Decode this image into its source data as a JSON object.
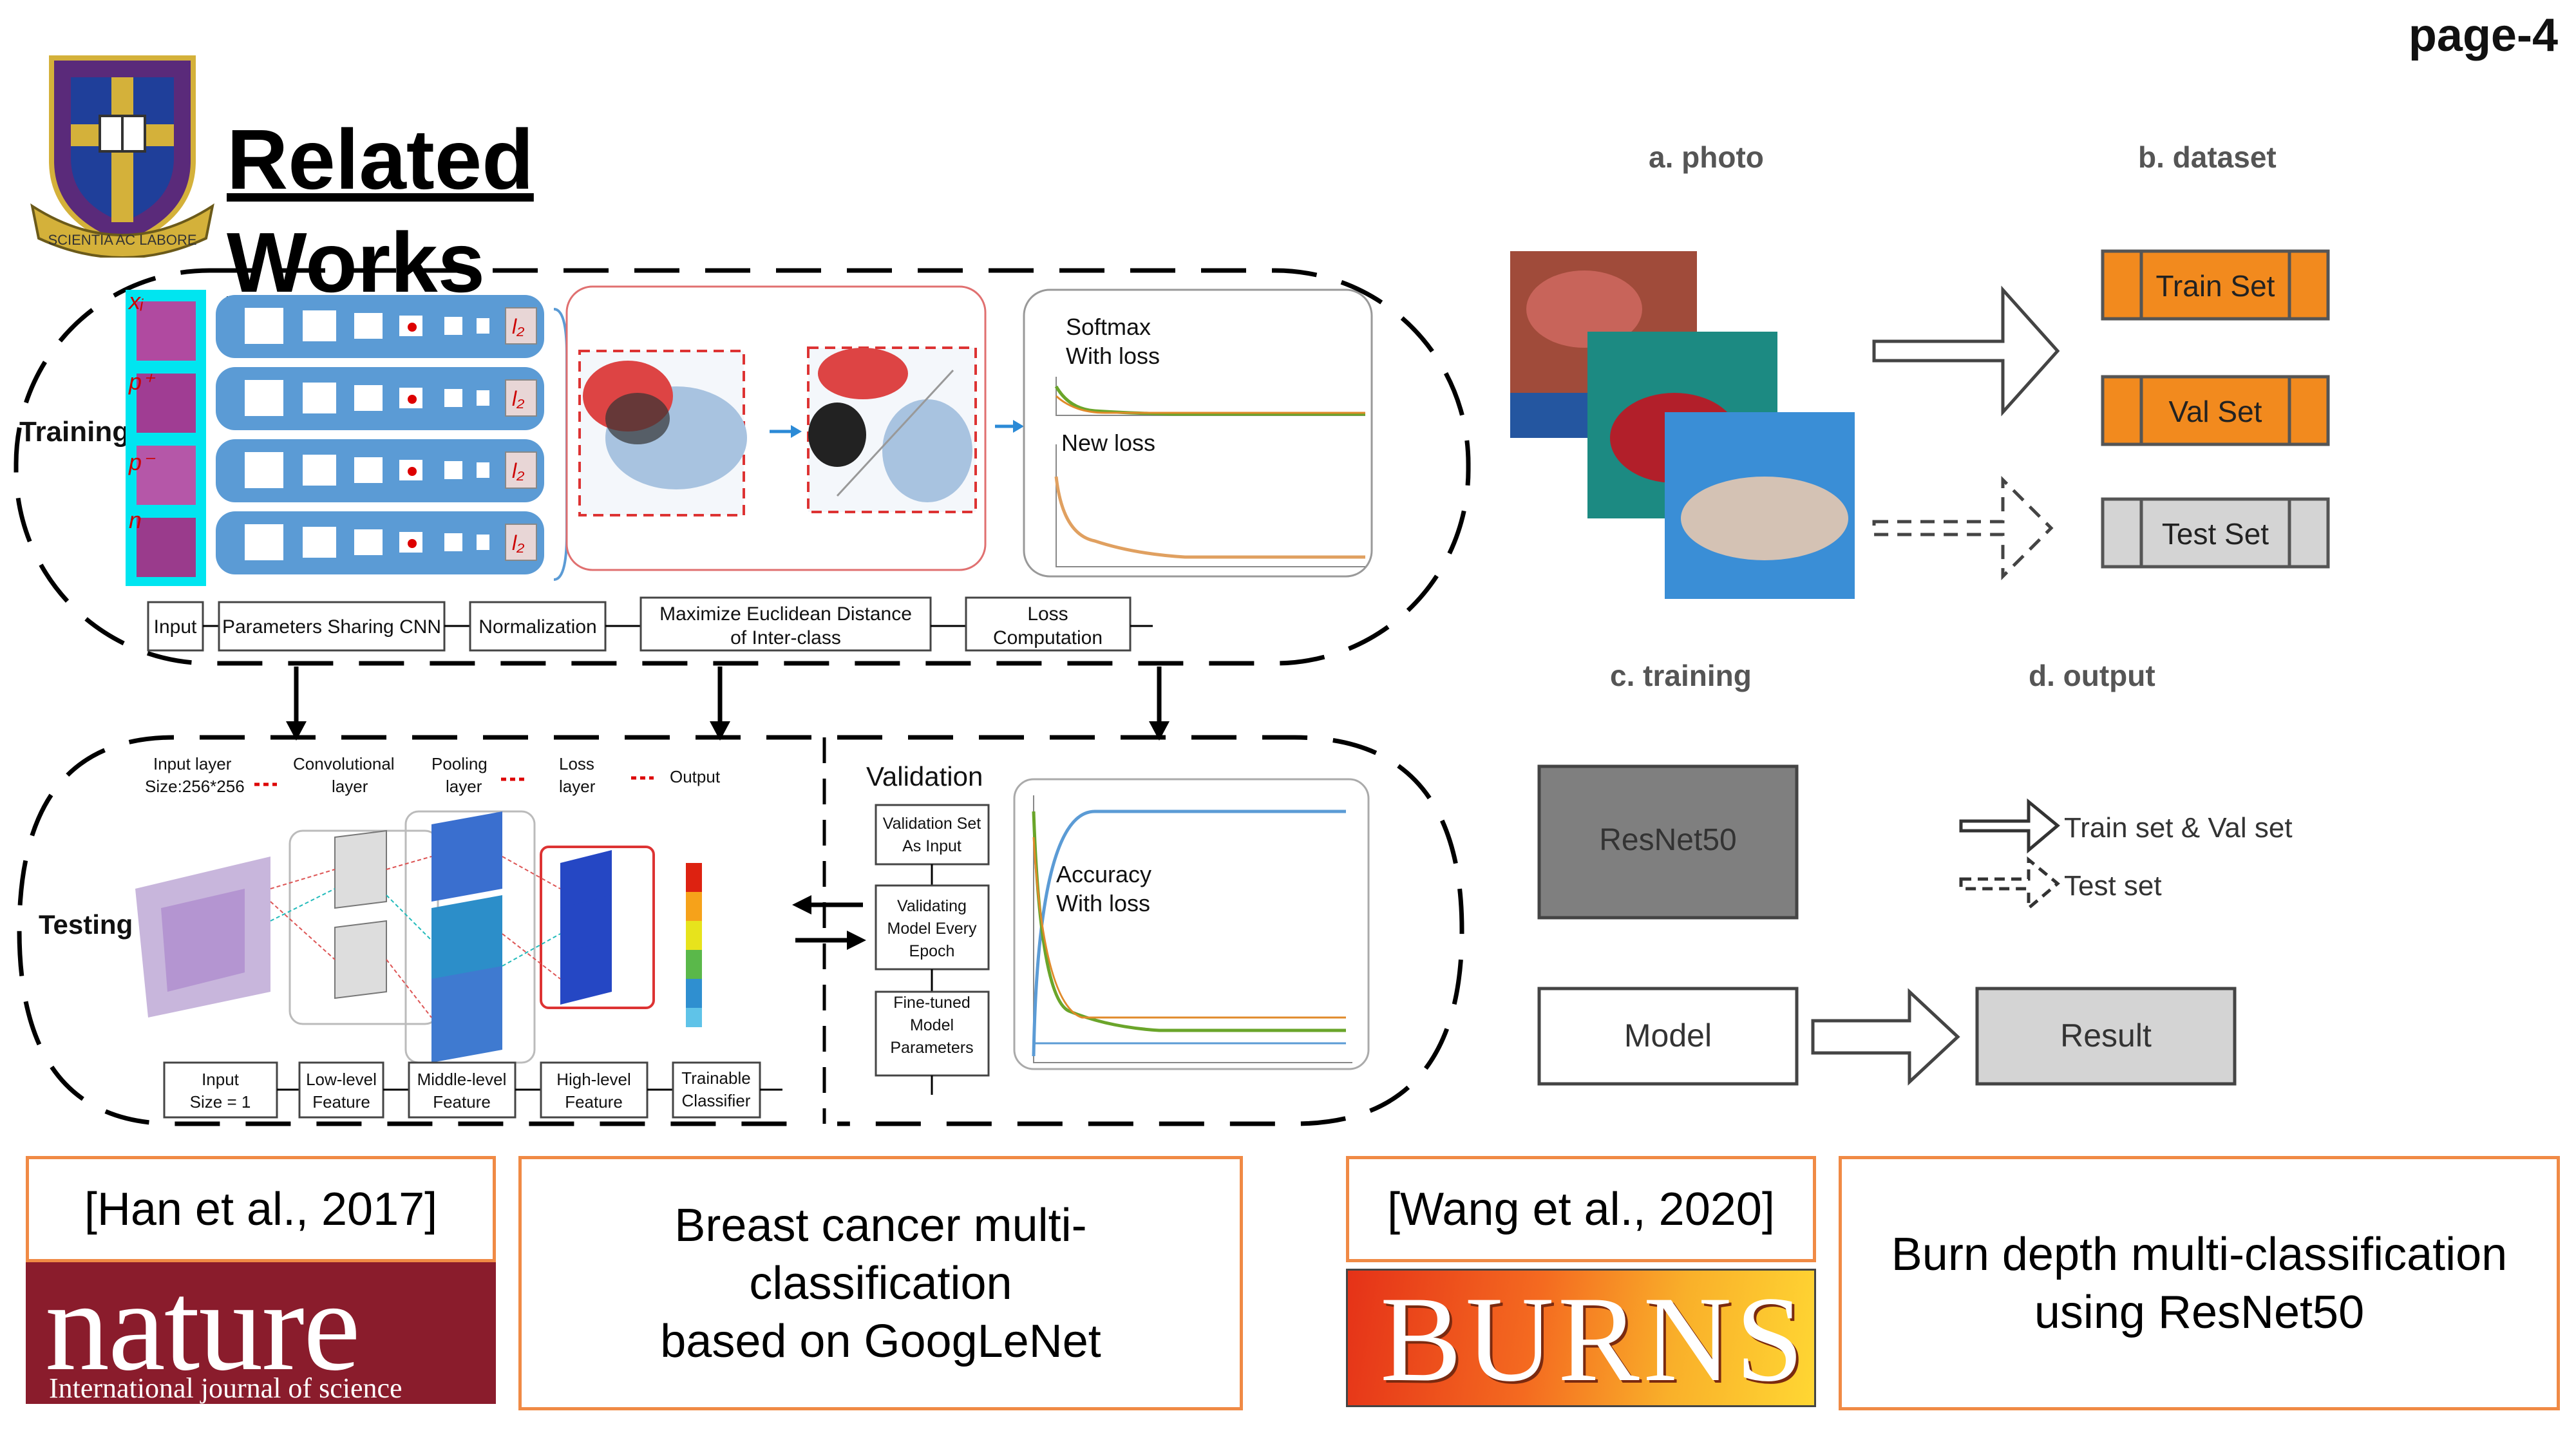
{
  "page_label": "page-4",
  "title": "Related Works",
  "logo_scroll_text": "SCIENTIA  AC  LABORE",
  "left_diagram": {
    "training_label": "Training",
    "testing_label": "Testing",
    "input_symbols": [
      "xᵢ",
      "p⁺",
      "p⁻",
      "n"
    ],
    "l2_label": "l₂",
    "curve_panel": {
      "top_label": "Softmax\nWith loss",
      "softmax_line1": "Softmax",
      "softmax_line2": "With loss",
      "new_loss": "New  loss"
    },
    "training_steps": [
      "Input",
      "Parameters Sharing CNN",
      "Normalization",
      "Maximize Euclidean Distance",
      "of Inter-class",
      "Loss",
      "Computation"
    ],
    "layer_labels": [
      "Input layer",
      "Size:256*256",
      "Convolutional",
      "layer",
      "Pooling",
      "layer",
      "Loss",
      "layer",
      "Output"
    ],
    "testing_steps": [
      "Input",
      "Size = 1",
      "Low-level",
      "Feature",
      "Middle-level",
      "Feature",
      "High-level",
      "Feature",
      "Trainable",
      "Classifier"
    ],
    "validation": {
      "title": "Validation",
      "steps": [
        [
          "Validation Set",
          "As Input"
        ],
        [
          "Validating",
          "Model Every",
          "Epoch"
        ],
        [
          "Fine-tuned",
          "Model",
          "Parameters"
        ]
      ],
      "accuracy_line1": "Accuracy",
      "accuracy_line2": "With loss"
    }
  },
  "right_diagram": {
    "photo_label": "a. photo",
    "dataset_label": "b. dataset",
    "training_label": "c. training",
    "output_label": "d. output",
    "sets": [
      "Train Set",
      "Val Set",
      "Test Set"
    ],
    "resnet": "ResNet50",
    "model": "Model",
    "result": "Result",
    "legend_train_val": "Train set & Val set",
    "legend_test": "Test set"
  },
  "refs": {
    "han_cite": "[Han et al., 2017]",
    "han_desc_line1": "Breast cancer multi-",
    "han_desc_line2": "classification",
    "han_desc_line3": "based on GoogLeNet",
    "nature_word": "nature",
    "nature_tagline": "International journal of science",
    "wang_cite": "[Wang et al., 2020]",
    "wang_desc_line1": "Burn depth multi-classification",
    "wang_desc_line2": "using ResNet50",
    "burns_word": "BURNS"
  },
  "colors": {
    "orange_set": "#f28a1e",
    "gray_set": "#d4d4d4",
    "resnet_fill": "#7f7f7f",
    "cnn_blue": "#5b9bd5",
    "cyan": "#00e5f0",
    "nature_red": "#8a1c2c",
    "ref_border": "#f08a45"
  }
}
